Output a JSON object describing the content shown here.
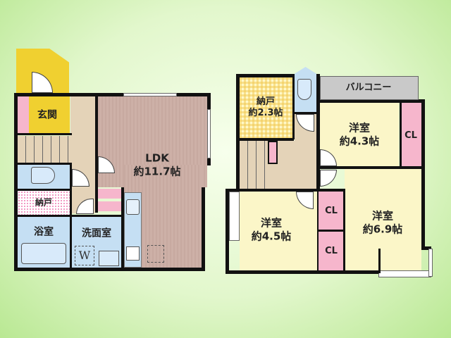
{
  "floor1": {
    "entrance": "玄関",
    "ldk_name": "LDK",
    "ldk_size": "約11.7帖",
    "storage": "納戸",
    "bath": "浴室",
    "washroom": "洗面室",
    "washer_mark": "W"
  },
  "floor2": {
    "storage_name": "納戸",
    "storage_size": "約2.3帖",
    "balcony": "バルコニー",
    "room_a_name": "洋室",
    "room_a_size": "約4.3帖",
    "room_b_name": "洋室",
    "room_b_size": "約4.5帖",
    "room_c_name": "洋室",
    "room_c_size": "約6.9帖",
    "closet_label": "CL"
  },
  "colors": {
    "entrance": "#f0d030",
    "wet_area": "#c5dff3",
    "closet": "#f6b6cc",
    "room": "#fbf6c8",
    "ldk": "#c7a9a0"
  }
}
